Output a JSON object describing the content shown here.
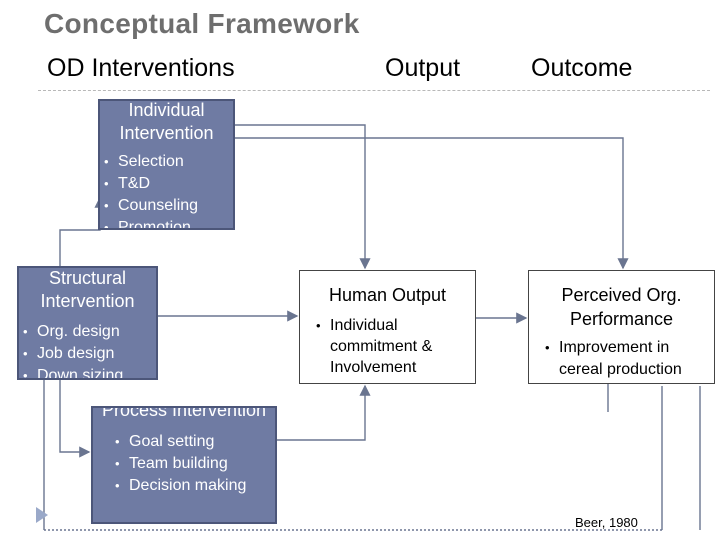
{
  "title": "Conceptual Framework",
  "columns": {
    "od": "OD Interventions",
    "output": "Output",
    "outcome": "Outcome"
  },
  "individual": {
    "title": "Individual Intervention",
    "items": [
      "Selection",
      "T&D",
      "Counseling",
      "Promotion"
    ]
  },
  "structural": {
    "title": "Structural Intervention",
    "items": [
      "Org. design",
      "Job design",
      "Down sizing"
    ]
  },
  "process": {
    "title": "Process Intervention",
    "items": [
      "Goal setting",
      "Team building",
      "Decision making"
    ]
  },
  "human": {
    "title": "Human Output",
    "items": [
      "Individual commitment & Involvement"
    ]
  },
  "perceived": {
    "title": "Perceived Org. Performance",
    "items": [
      "Improvement in cereal production"
    ]
  },
  "citation": "Beer, 1980",
  "colors": {
    "box_fill": "#6f7ba3",
    "box_border": "#4c5679",
    "title": "#6e6e6e",
    "connector": "#6a7590"
  }
}
